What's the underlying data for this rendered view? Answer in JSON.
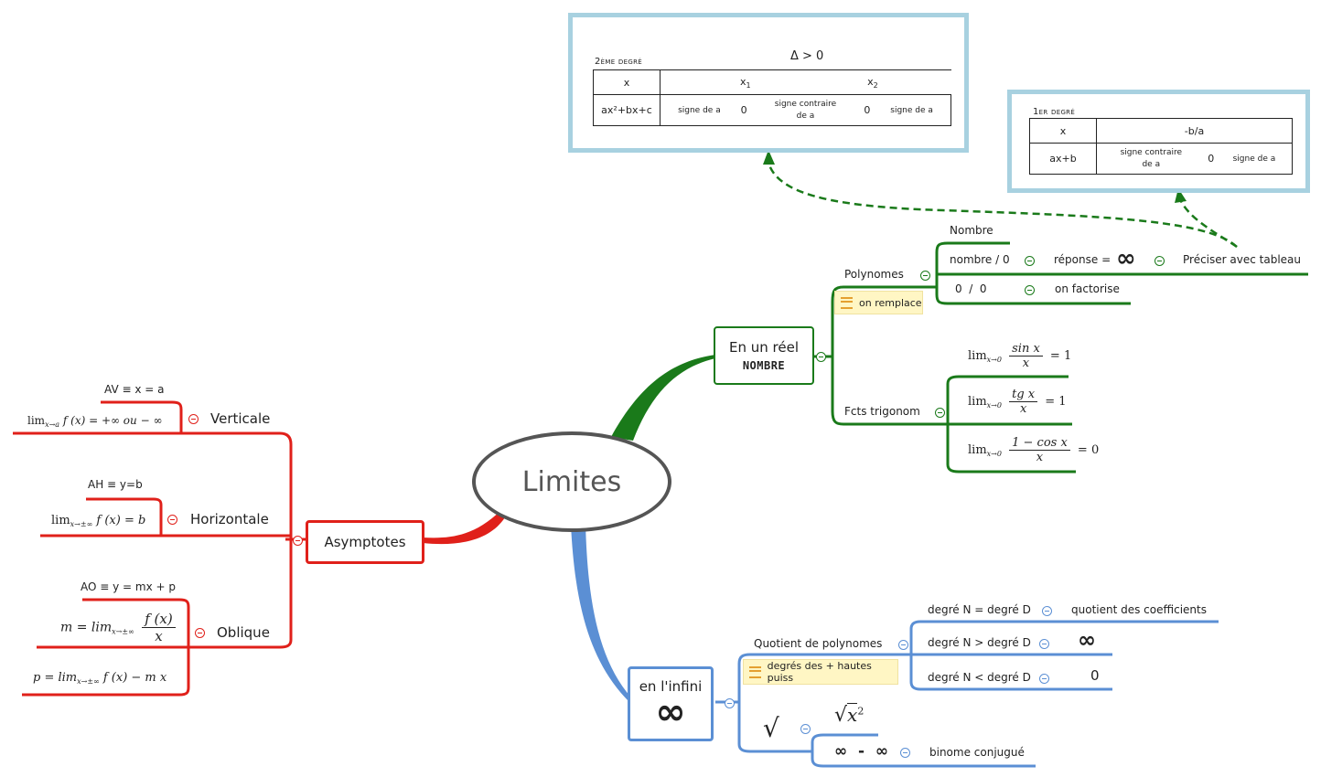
{
  "central": {
    "title": "Limites"
  },
  "reel": {
    "title": "En un réel",
    "subtitle": "NOMBRE",
    "polynomes": {
      "label": "Polynomes",
      "note": "on remplace",
      "nombre": "Nombre",
      "nombre_sur_zero": "nombre / 0",
      "reponse": "réponse =",
      "preciser": "Préciser avec tableau",
      "zero_sur_zero": "0  /  0",
      "factorise": "on factorise"
    },
    "trig": {
      "label": "Fcts trigonom",
      "f1": {
        "lim": "lim",
        "sub": "x→0",
        "num": "sin x",
        "den": "x",
        "rhs": "=  1"
      },
      "f2": {
        "lim": "lim",
        "sub": "x→0",
        "num": "tg  x",
        "den": "x",
        "rhs": "=  1"
      },
      "f3": {
        "lim": "lim",
        "sub": "x→0",
        "num": "1 − cos x",
        "den": "x",
        "rhs": "= 0"
      }
    }
  },
  "table2": {
    "title": "2ème degré",
    "delta": "Δ > 0",
    "row1": {
      "h": "x",
      "x1": "x",
      "x1_sub": "1",
      "x2": "x",
      "x2_sub": "2"
    },
    "row2": {
      "h": "ax²+bx+c",
      "c1": "signe de a",
      "c2": "0",
      "c3a": "signe contraire",
      "c3b": "de a",
      "c4": "0",
      "c5": "signe de a"
    }
  },
  "table1": {
    "title": "1er degré",
    "row1": {
      "h": "x",
      "v": "-b/a"
    },
    "row2": {
      "h": "ax+b",
      "c1a": "signe contraire",
      "c1b": "de a",
      "c2": "0",
      "c3": "signe de a"
    }
  },
  "asymptotes": {
    "title": "Asymptotes",
    "verticale": {
      "label": "Verticale",
      "eq": "AV ≡ x = a",
      "lim": "lim",
      "sub": "x→a",
      "expr": "f (x) = +∞  ou   − ∞"
    },
    "horizontale": {
      "label": "Horizontale",
      "eq": "AH ≡ y=b",
      "lim": "lim",
      "sub": "x→±∞",
      "expr": "f (x) = b"
    },
    "oblique": {
      "label": "Oblique",
      "eq": "AO ≡ y = mx + p",
      "m_lhs": "m = lim",
      "m_sub": "x→±∞",
      "m_num": "f (x)",
      "m_den": "x",
      "p_lhs": "p = lim",
      "p_sub": "x→±∞",
      "p_expr": "f (x) − m  x"
    }
  },
  "infini": {
    "title": "en l'infini",
    "symbol": "∞",
    "quotient": {
      "label": "Quotient de polynomes",
      "note": "degrés des + hautes puiss",
      "eq_label": "degré N = degré D",
      "eq_value": "quotient des coefficients",
      "gt_label": "degré N > degré D",
      "gt_value": "∞",
      "lt_label": "degré N < degré D",
      "lt_value": "0"
    },
    "racine": {
      "symbol": "√",
      "rad": "x",
      "exp": "2",
      "inf_minus_inf": "∞  -  ∞",
      "binome": "binome conjugué"
    }
  },
  "colors": {
    "green": "#1a7a1a",
    "red": "#e0201a",
    "blue": "#5b8fd4",
    "table_border": "#a8d1e0",
    "gray": "#555555"
  }
}
